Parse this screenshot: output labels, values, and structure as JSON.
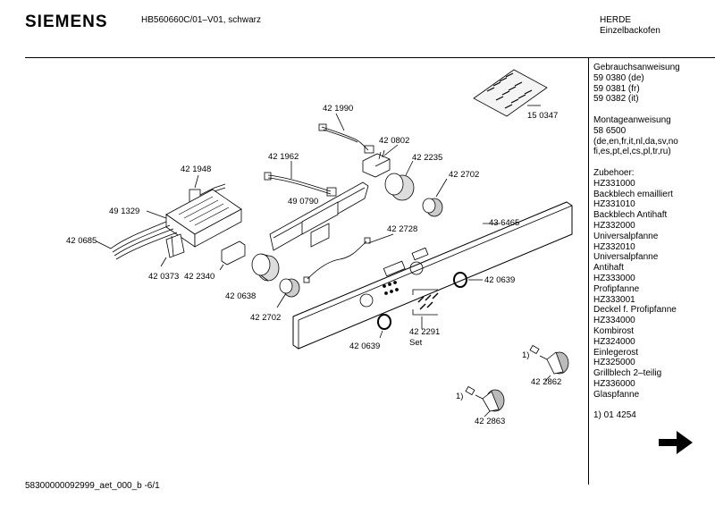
{
  "header": {
    "brand": "SIEMENS",
    "model": "HB560660C/01–V01, schwarz",
    "category_1": "HERDE",
    "category_2": "Einzelbackofen"
  },
  "parts": {
    "p150347": "15 0347",
    "p421990": "42 1990",
    "p420802": "42 0802",
    "p421962": "42 1962",
    "p421948": "42 1948",
    "p422235": "42 2235",
    "p422702a": "42 2702",
    "p490790": "49 0790",
    "p491329": "49 1329",
    "p436465": "43 6465",
    "p422728": "42 2728",
    "p420685": "42 0685",
    "p420373": "42 0373",
    "p422340": "42 2340",
    "p420638": "42 0638",
    "p420639a": "42 0639",
    "p422702b": "42 2702",
    "p422291": "42 2291",
    "set": "Set",
    "p420639b": "42 0639",
    "note1a": "1)",
    "p422862": "42 2862",
    "note1b": "1)",
    "p422863": "42 2863"
  },
  "side": {
    "manual_title": "Gebrauchsanweisung",
    "manual_de": "59 0380 (de)",
    "manual_fr": "59 0381 (fr)",
    "manual_it": "59 0382 (it)",
    "mount_title": "Montageanweisung",
    "mount_num": "58 6500",
    "mount_lang1": "(de,en,fr,it,nl,da,sv,no",
    "mount_lang2": "fi,es,pt,el,cs,pl,tr,ru)",
    "acc_title": "Zubehoer:",
    "acc": [
      "HZ331000",
      "Backblech emailliert",
      "HZ331010",
      "Backblech Antihaft",
      "HZ332000",
      "Universalpfanne",
      "HZ332010",
      "Universalpfanne",
      "Antihaft",
      "HZ333000",
      "Profipfanne",
      "HZ333001",
      "Deckel f. Profipfanne",
      "HZ334000",
      "Kombirost",
      "HZ324000",
      "Einlegerost",
      "HZ325000",
      "Grillblech 2–teilig",
      "HZ336000",
      "Glaspfanne"
    ],
    "footnote": "1) 01 4254"
  },
  "footer": "58300000092999_aet_000_b  -6/1",
  "icons": {
    "next": "right-arrow-icon"
  }
}
